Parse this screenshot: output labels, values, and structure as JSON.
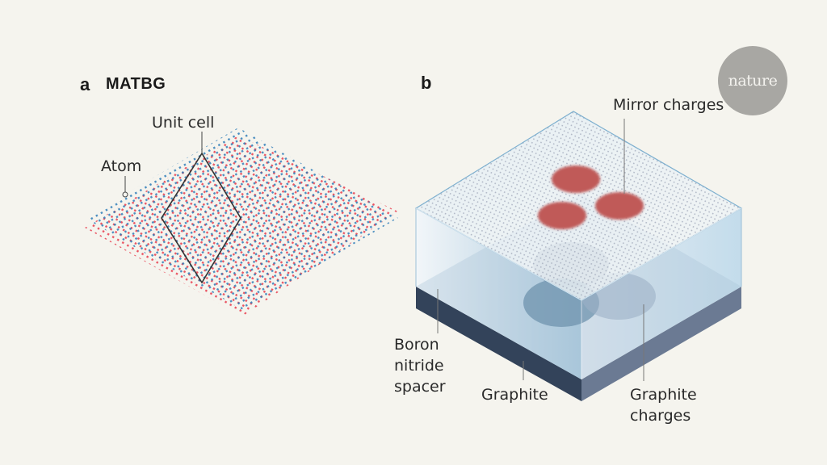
{
  "logo": {
    "text": "nature"
  },
  "panel_a": {
    "letter": "a",
    "title": "MATBG",
    "labels": {
      "unit_cell": "Unit cell",
      "atom": "Atom"
    },
    "colors": {
      "layer1": "#e8394a",
      "layer2": "#2a7ab8",
      "outline": "#333333"
    }
  },
  "panel_b": {
    "letter": "b",
    "labels": {
      "mirror_charges": "Mirror charges",
      "boron_line1": "Boron",
      "boron_line2": "nitride",
      "boron_line3": "spacer",
      "graphite": "Graphite",
      "graphite_charges_line1": "Graphite",
      "graphite_charges_line2": "charges"
    },
    "colors": {
      "mirror_charge": "#c05a58",
      "spacer": "#b9d3e3",
      "graphite": "#33435a",
      "graphite_charge": "#6f93ad"
    }
  }
}
